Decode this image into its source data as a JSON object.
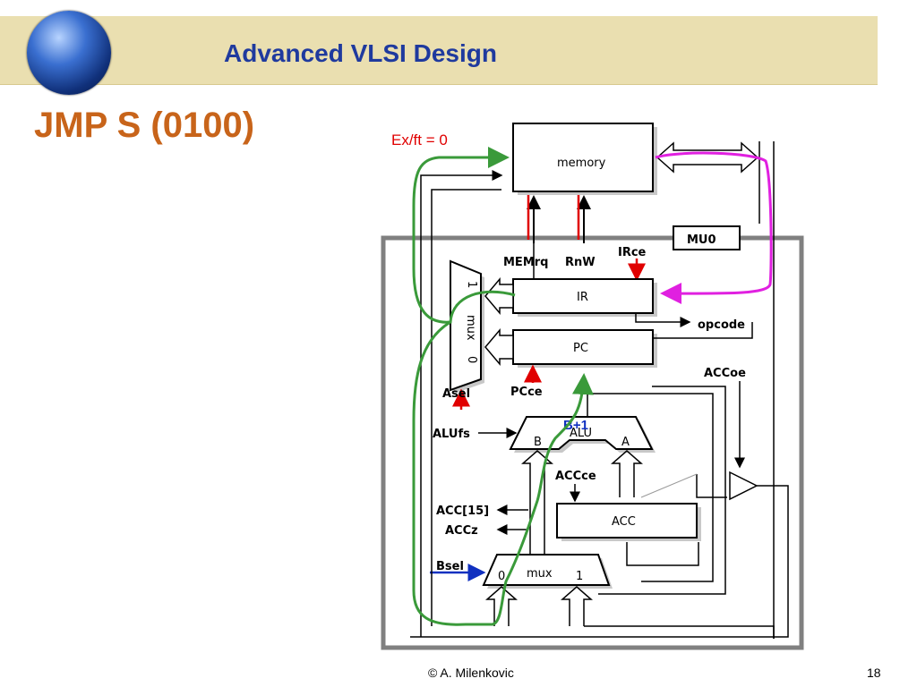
{
  "header": {
    "course_title": "Advanced VLSI Design",
    "logo_icon": "globe-icon"
  },
  "slide": {
    "title": "JMP S (0100)"
  },
  "diagram": {
    "exft": "Ex/ft = 0",
    "memory": "memory",
    "mu0": "MU0",
    "memrq": "MEMrq",
    "rnw": "RnW",
    "irce": "IRce",
    "ir": "IR",
    "opcode": "opcode",
    "pc": "PC",
    "pcce": "PCce",
    "accoe": "ACCoe",
    "asel": "Asel",
    "mux": "mux",
    "mux_in1": "1",
    "mux_in0": "0",
    "alufs": "ALUfs",
    "alu": "ALU",
    "alu_b": "B",
    "alu_a": "A",
    "bplus1": "B+1",
    "accce": "ACCce",
    "acc": "ACC",
    "acc15": "ACC[15]",
    "accz": "ACCz",
    "bsel": "Bsel",
    "bmux": "mux",
    "bmux_in0": "0",
    "bmux_in1": "1"
  },
  "footer": {
    "author": "© A. Milenkovic",
    "page_number": "18"
  },
  "colors": {
    "title": "#c8641a",
    "course_title": "#1f3a9e",
    "banner": "#eadfb0",
    "control_red": "#e00000",
    "path_green": "#3a9a3a",
    "path_magenta": "#e020e0",
    "bsel_blue": "#1030c0"
  }
}
